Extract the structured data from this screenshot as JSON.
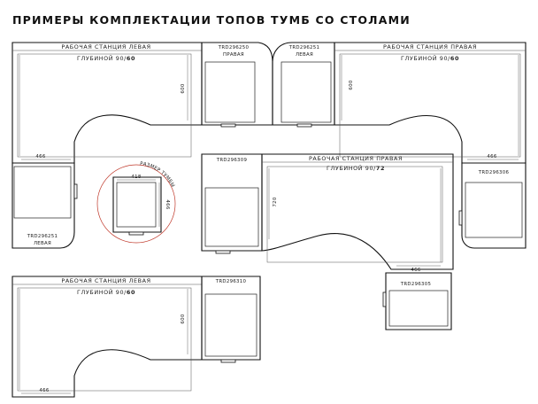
{
  "title": "ПРИМЕРЫ КОМПЛЕКТАЦИИ ТОПОВ ТУМБ СО СТОЛАМИ",
  "labels": {
    "ws_left": "РАБОЧАЯ СТАНЦИЯ ЛЕВАЯ",
    "ws_right": "РАБОЧАЯ СТАНЦИЯ ПРАВАЯ",
    "depth_60_prefix": "ГЛУБИНОЙ 90/",
    "depth_60_bold": "60",
    "depth_72_prefix": "ГЛУБИНОЙ 90/",
    "depth_72_bold": "72",
    "trd250": "TRD296250",
    "trd250_side": "ПРАВАЯ",
    "trd251": "TRD296251",
    "trd251_side": "ЛЕВАЯ",
    "trd309": "TRD296309",
    "trd306": "TRD296306",
    "trd305": "TRD296305",
    "trd310": "TRD296310",
    "size_caption": "РАЗМЕР ТУМБЫ"
  },
  "dims": {
    "d600": "600",
    "d466": "466",
    "d418": "418",
    "d720": "720"
  },
  "colors": {
    "line": "#111111",
    "accent": "#c0392b"
  }
}
